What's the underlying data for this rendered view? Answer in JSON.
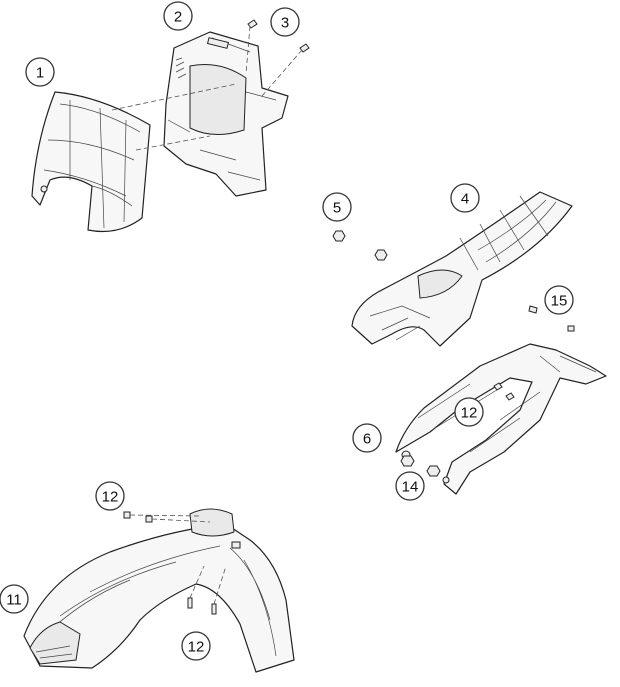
{
  "diagram": {
    "callouts": [
      {
        "label": "1"
      },
      {
        "label": "2"
      },
      {
        "label": "3"
      },
      {
        "label": "4"
      },
      {
        "label": "5"
      },
      {
        "label": "6"
      },
      {
        "label": "11"
      },
      {
        "label": "12"
      },
      {
        "label": "12"
      },
      {
        "label": "12"
      },
      {
        "label": "14"
      },
      {
        "label": "15"
      }
    ]
  }
}
